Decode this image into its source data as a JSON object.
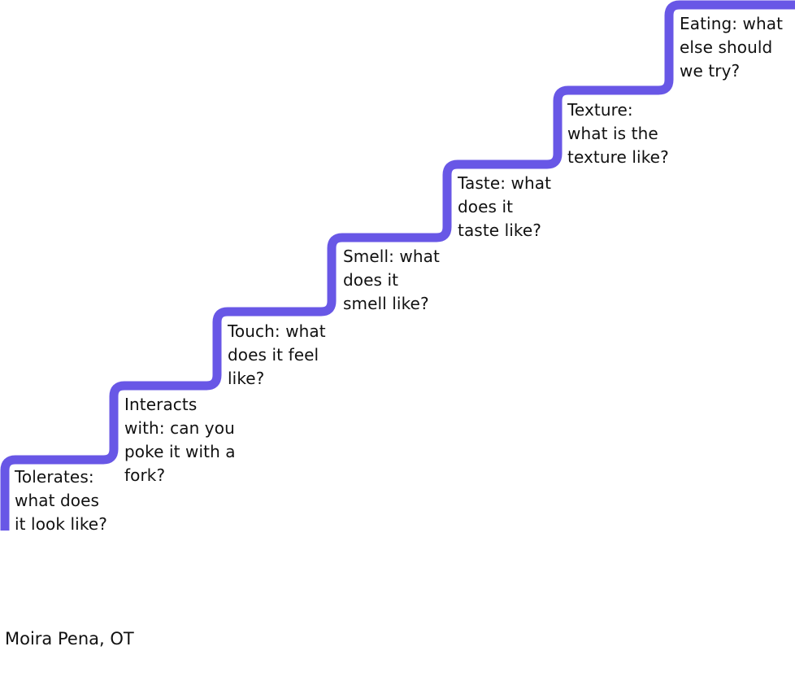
{
  "diagram": {
    "line_color": "#6857e6",
    "steps": [
      {
        "lines": [
          "Tolerates:",
          "what does",
          "it look like?"
        ]
      },
      {
        "lines": [
          "Interacts",
          "with: can you",
          "poke it with a",
          "fork?"
        ]
      },
      {
        "lines": [
          "Touch: what",
          "does it feel",
          "like?"
        ]
      },
      {
        "lines": [
          "Smell: what",
          "does it",
          "smell like?"
        ]
      },
      {
        "lines": [
          "Taste: what",
          "does it",
          "taste like?"
        ]
      },
      {
        "lines": [
          "Texture:",
          "what is the",
          "texture like?"
        ]
      },
      {
        "lines": [
          "Eating: what",
          "else should",
          "we try?"
        ]
      }
    ]
  },
  "footer": {
    "credit": "Moira Pena, OT"
  }
}
